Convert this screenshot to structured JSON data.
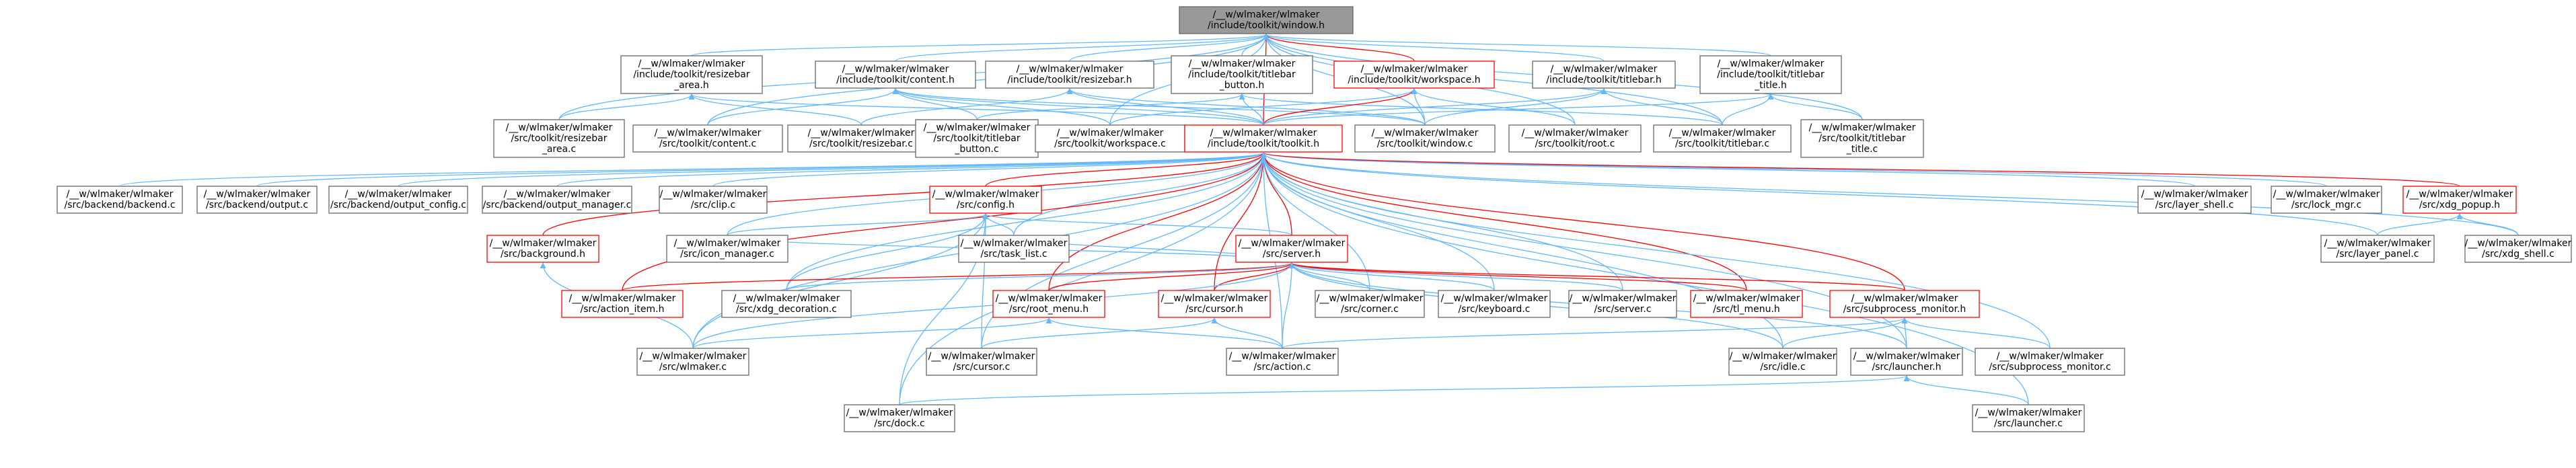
{
  "nodes": [
    {
      "id": "window_h",
      "lines": [
        "/__w/wlmaker/wlmaker",
        "/include/toolkit/window.h"
      ],
      "style": "root"
    },
    {
      "id": "resizebar_area_h",
      "lines": [
        "/__w/wlmaker/wlmaker",
        "/include/toolkit/resizebar",
        "_area.h"
      ],
      "style": "normal"
    },
    {
      "id": "content_h",
      "lines": [
        "/__w/wlmaker/wlmaker",
        "/include/toolkit/content.h"
      ],
      "style": "normal"
    },
    {
      "id": "resizebar_h",
      "lines": [
        "/__w/wlmaker/wlmaker",
        "/include/toolkit/resizebar.h"
      ],
      "style": "normal"
    },
    {
      "id": "titlebar_button_h",
      "lines": [
        "/__w/wlmaker/wlmaker",
        "/include/toolkit/titlebar",
        "_button.h"
      ],
      "style": "normal"
    },
    {
      "id": "workspace_h",
      "lines": [
        "/__w/wlmaker/wlmaker",
        "/include/toolkit/workspace.h"
      ],
      "style": "red"
    },
    {
      "id": "titlebar_h",
      "lines": [
        "/__w/wlmaker/wlmaker",
        "/include/toolkit/titlebar.h"
      ],
      "style": "normal"
    },
    {
      "id": "titlebar_title_h",
      "lines": [
        "/__w/wlmaker/wlmaker",
        "/include/toolkit/titlebar",
        "_title.h"
      ],
      "style": "normal"
    },
    {
      "id": "resizebar_area_c",
      "lines": [
        "/__w/wlmaker/wlmaker",
        "/src/toolkit/resizebar",
        "_area.c"
      ],
      "style": "normal"
    },
    {
      "id": "content_c",
      "lines": [
        "/__w/wlmaker/wlmaker",
        "/src/toolkit/content.c"
      ],
      "style": "normal"
    },
    {
      "id": "resizebar_c",
      "lines": [
        "/__w/wlmaker/wlmaker",
        "/src/toolkit/resizebar.c"
      ],
      "style": "normal"
    },
    {
      "id": "titlebar_button_c",
      "lines": [
        "/__w/wlmaker/wlmaker",
        "/src/toolkit/titlebar",
        "_button.c"
      ],
      "style": "normal"
    },
    {
      "id": "workspace_c",
      "lines": [
        "/__w/wlmaker/wlmaker",
        "/src/toolkit/workspace.c"
      ],
      "style": "normal"
    },
    {
      "id": "toolkit_h",
      "lines": [
        "/__w/wlmaker/wlmaker",
        "/include/toolkit/toolkit.h"
      ],
      "style": "red"
    },
    {
      "id": "window_c",
      "lines": [
        "/__w/wlmaker/wlmaker",
        "/src/toolkit/window.c"
      ],
      "style": "normal"
    },
    {
      "id": "root_c",
      "lines": [
        "/__w/wlmaker/wlmaker",
        "/src/toolkit/root.c"
      ],
      "style": "normal"
    },
    {
      "id": "titlebar_c",
      "lines": [
        "/__w/wlmaker/wlmaker",
        "/src/toolkit/titlebar.c"
      ],
      "style": "normal"
    },
    {
      "id": "titlebar_title_c",
      "lines": [
        "/__w/wlmaker/wlmaker",
        "/src/toolkit/titlebar",
        "_title.c"
      ],
      "style": "normal"
    },
    {
      "id": "backend_c",
      "lines": [
        "/__w/wlmaker/wlmaker",
        "/src/backend/backend.c"
      ],
      "style": "normal"
    },
    {
      "id": "output_c",
      "lines": [
        "/__w/wlmaker/wlmaker",
        "/src/backend/output.c"
      ],
      "style": "normal"
    },
    {
      "id": "output_config_c",
      "lines": [
        "/__w/wlmaker/wlmaker",
        "/src/backend/output_config.c"
      ],
      "style": "normal"
    },
    {
      "id": "output_manager_c",
      "lines": [
        "/__w/wlmaker/wlmaker",
        "/src/backend/output_manager.c"
      ],
      "style": "normal"
    },
    {
      "id": "clip_c",
      "lines": [
        "/__w/wlmaker/wlmaker",
        "/src/clip.c"
      ],
      "style": "normal"
    },
    {
      "id": "config_h",
      "lines": [
        "/__w/wlmaker/wlmaker",
        "/src/config.h"
      ],
      "style": "red"
    },
    {
      "id": "layer_shell_c",
      "lines": [
        "/__w/wlmaker/wlmaker",
        "/src/layer_shell.c"
      ],
      "style": "normal"
    },
    {
      "id": "lock_mgr_c",
      "lines": [
        "/__w/wlmaker/wlmaker",
        "/src/lock_mgr.c"
      ],
      "style": "normal"
    },
    {
      "id": "xdg_popup_h",
      "lines": [
        "/__w/wlmaker/wlmaker",
        "/src/xdg_popup.h"
      ],
      "style": "red"
    },
    {
      "id": "background_h",
      "lines": [
        "/__w/wlmaker/wlmaker",
        "/src/background.h"
      ],
      "style": "red"
    },
    {
      "id": "icon_manager_c",
      "lines": [
        "/__w/wlmaker/wlmaker",
        "/src/icon_manager.c"
      ],
      "style": "normal"
    },
    {
      "id": "task_list_c",
      "lines": [
        "/__w/wlmaker/wlmaker",
        "/src/task_list.c"
      ],
      "style": "normal"
    },
    {
      "id": "server_h",
      "lines": [
        "/__w/wlmaker/wlmaker",
        "/src/server.h"
      ],
      "style": "red"
    },
    {
      "id": "layer_panel_c",
      "lines": [
        "/__w/wlmaker/wlmaker",
        "/src/layer_panel.c"
      ],
      "style": "normal"
    },
    {
      "id": "xdg_shell_c",
      "lines": [
        "/__w/wlmaker/wlmaker",
        "/src/xdg_shell.c"
      ],
      "style": "normal"
    },
    {
      "id": "action_item_h",
      "lines": [
        "/__w/wlmaker/wlmaker",
        "/src/action_item.h"
      ],
      "style": "red"
    },
    {
      "id": "xdg_decoration_c",
      "lines": [
        "/__w/wlmaker/wlmaker",
        "/src/xdg_decoration.c"
      ],
      "style": "normal"
    },
    {
      "id": "root_menu_h",
      "lines": [
        "/__w/wlmaker/wlmaker",
        "/src/root_menu.h"
      ],
      "style": "red"
    },
    {
      "id": "cursor_h",
      "lines": [
        "/__w/wlmaker/wlmaker",
        "/src/cursor.h"
      ],
      "style": "red"
    },
    {
      "id": "corner_c",
      "lines": [
        "/__w/wlmaker/wlmaker",
        "/src/corner.c"
      ],
      "style": "normal"
    },
    {
      "id": "keyboard_c",
      "lines": [
        "/__w/wlmaker/wlmaker",
        "/src/keyboard.c"
      ],
      "style": "normal"
    },
    {
      "id": "server_c",
      "lines": [
        "/__w/wlmaker/wlmaker",
        "/src/server.c"
      ],
      "style": "normal"
    },
    {
      "id": "tl_menu_h",
      "lines": [
        "/__w/wlmaker/wlmaker",
        "/src/tl_menu.h"
      ],
      "style": "red"
    },
    {
      "id": "subprocess_monitor_h",
      "lines": [
        "/__w/wlmaker/wlmaker",
        "/src/subprocess_monitor.h"
      ],
      "style": "red"
    },
    {
      "id": "wlmaker_c",
      "lines": [
        "/__w/wlmaker/wlmaker",
        "/src/wlmaker.c"
      ],
      "style": "normal"
    },
    {
      "id": "cursor_c",
      "lines": [
        "/__w/wlmaker/wlmaker",
        "/src/cursor.c"
      ],
      "style": "normal"
    },
    {
      "id": "action_c",
      "lines": [
        "/__w/wlmaker/wlmaker",
        "/src/action.c"
      ],
      "style": "normal"
    },
    {
      "id": "idle_c",
      "lines": [
        "/__w/wlmaker/wlmaker",
        "/src/idle.c"
      ],
      "style": "normal"
    },
    {
      "id": "launcher_h",
      "lines": [
        "/__w/wlmaker/wlmaker",
        "/src/launcher.h"
      ],
      "style": "normal"
    },
    {
      "id": "subprocess_monitor_c",
      "lines": [
        "/__w/wlmaker/wlmaker",
        "/src/subprocess_monitor.c"
      ],
      "style": "normal"
    },
    {
      "id": "dock_c",
      "lines": [
        "/__w/wlmaker/wlmaker",
        "/src/dock.c"
      ],
      "style": "normal"
    },
    {
      "id": "launcher_c",
      "lines": [
        "/__w/wlmaker/wlmaker",
        "/src/launcher.c"
      ],
      "style": "normal"
    }
  ],
  "edges": [
    [
      "resizebar_area_h",
      "window_h"
    ],
    [
      "content_h",
      "window_h"
    ],
    [
      "resizebar_h",
      "window_h"
    ],
    [
      "titlebar_button_h",
      "window_h"
    ],
    [
      "workspace_h",
      "window_h",
      "red"
    ],
    [
      "titlebar_h",
      "window_h"
    ],
    [
      "titlebar_title_h",
      "window_h"
    ],
    [
      "resizebar_area_c",
      "window_h"
    ],
    [
      "content_c",
      "window_h"
    ],
    [
      "workspace_c",
      "window_h"
    ],
    [
      "toolkit_h",
      "window_h",
      "red"
    ],
    [
      "window_c",
      "window_h"
    ],
    [
      "root_c",
      "window_h"
    ],
    [
      "titlebar_c",
      "window_h"
    ],
    [
      "titlebar_title_c",
      "window_h"
    ],
    [
      "resizebar_area_c",
      "resizebar_area_h"
    ],
    [
      "resizebar_c",
      "resizebar_area_h"
    ],
    [
      "toolkit_h",
      "resizebar_area_h"
    ],
    [
      "content_c",
      "content_h"
    ],
    [
      "toolkit_h",
      "content_h"
    ],
    [
      "window_c",
      "content_h"
    ],
    [
      "titlebar_button_c",
      "content_h"
    ],
    [
      "workspace_c",
      "content_h"
    ],
    [
      "resizebar_c",
      "resizebar_h"
    ],
    [
      "toolkit_h",
      "resizebar_h"
    ],
    [
      "window_c",
      "resizebar_h"
    ],
    [
      "titlebar_button_c",
      "titlebar_button_h"
    ],
    [
      "toolkit_h",
      "titlebar_button_h"
    ],
    [
      "titlebar_c",
      "titlebar_button_h"
    ],
    [
      "toolkit_h",
      "workspace_h",
      "red"
    ],
    [
      "workspace_c",
      "workspace_h"
    ],
    [
      "window_c",
      "workspace_h"
    ],
    [
      "root_c",
      "workspace_h"
    ],
    [
      "toolkit_h",
      "titlebar_h"
    ],
    [
      "titlebar_c",
      "titlebar_h"
    ],
    [
      "window_c",
      "titlebar_h"
    ],
    [
      "toolkit_h",
      "titlebar_title_h"
    ],
    [
      "titlebar_title_c",
      "titlebar_title_h"
    ],
    [
      "titlebar_c",
      "titlebar_title_h"
    ],
    [
      "backend_c",
      "toolkit_h"
    ],
    [
      "output_c",
      "toolkit_h"
    ],
    [
      "output_config_c",
      "toolkit_h"
    ],
    [
      "output_manager_c",
      "toolkit_h"
    ],
    [
      "clip_c",
      "toolkit_h"
    ],
    [
      "config_h",
      "toolkit_h",
      "red"
    ],
    [
      "layer_shell_c",
      "toolkit_h"
    ],
    [
      "lock_mgr_c",
      "toolkit_h"
    ],
    [
      "xdg_popup_h",
      "toolkit_h",
      "red"
    ],
    [
      "background_h",
      "toolkit_h",
      "red"
    ],
    [
      "icon_manager_c",
      "toolkit_h"
    ],
    [
      "task_list_c",
      "toolkit_h"
    ],
    [
      "server_h",
      "toolkit_h",
      "red"
    ],
    [
      "layer_panel_c",
      "toolkit_h"
    ],
    [
      "xdg_shell_c",
      "toolkit_h"
    ],
    [
      "action_item_h",
      "toolkit_h",
      "red"
    ],
    [
      "xdg_decoration_c",
      "toolkit_h"
    ],
    [
      "root_menu_h",
      "toolkit_h",
      "red"
    ],
    [
      "cursor_h",
      "toolkit_h",
      "red"
    ],
    [
      "corner_c",
      "toolkit_h"
    ],
    [
      "keyboard_c",
      "toolkit_h"
    ],
    [
      "server_c",
      "toolkit_h"
    ],
    [
      "tl_menu_h",
      "toolkit_h",
      "red"
    ],
    [
      "subprocess_monitor_h",
      "toolkit_h",
      "red"
    ],
    [
      "wlmaker_c",
      "toolkit_h"
    ],
    [
      "cursor_c",
      "toolkit_h"
    ],
    [
      "action_c",
      "toolkit_h"
    ],
    [
      "idle_c",
      "toolkit_h"
    ],
    [
      "launcher_h",
      "toolkit_h"
    ],
    [
      "subprocess_monitor_c",
      "toolkit_h"
    ],
    [
      "dock_c",
      "toolkit_h"
    ],
    [
      "launcher_c",
      "toolkit_h"
    ],
    [
      "layer_panel_c",
      "xdg_popup_h"
    ],
    [
      "xdg_shell_c",
      "xdg_popup_h"
    ],
    [
      "wlmaker_c",
      "background_h"
    ],
    [
      "icon_manager_c",
      "config_h"
    ],
    [
      "task_list_c",
      "config_h"
    ],
    [
      "server_h",
      "config_h"
    ],
    [
      "xdg_decoration_c",
      "config_h"
    ],
    [
      "wlmaker_c",
      "config_h"
    ],
    [
      "cursor_c",
      "config_h"
    ],
    [
      "dock_c",
      "config_h"
    ],
    [
      "action_item_h",
      "server_h",
      "red"
    ],
    [
      "xdg_decoration_c",
      "server_h"
    ],
    [
      "root_menu_h",
      "server_h",
      "red"
    ],
    [
      "cursor_h",
      "server_h",
      "red"
    ],
    [
      "corner_c",
      "server_h"
    ],
    [
      "keyboard_c",
      "server_h"
    ],
    [
      "server_c",
      "server_h"
    ],
    [
      "tl_menu_h",
      "server_h",
      "red"
    ],
    [
      "subprocess_monitor_h",
      "server_h",
      "red"
    ],
    [
      "wlmaker_c",
      "server_h"
    ],
    [
      "action_c",
      "server_h"
    ],
    [
      "idle_c",
      "server_h"
    ],
    [
      "launcher_h",
      "server_h"
    ],
    [
      "task_list_c",
      "server_h"
    ],
    [
      "icon_manager_c",
      "server_h"
    ],
    [
      "wlmaker_c",
      "root_menu_h"
    ],
    [
      "action_c",
      "root_menu_h"
    ],
    [
      "cursor_c",
      "cursor_h"
    ],
    [
      "action_c",
      "cursor_h"
    ],
    [
      "action_c",
      "subprocess_monitor_h"
    ],
    [
      "launcher_h",
      "subprocess_monitor_h"
    ],
    [
      "subprocess_monitor_c",
      "subprocess_monitor_h"
    ],
    [
      "idle_c",
      "subprocess_monitor_h"
    ],
    [
      "dock_c",
      "launcher_h"
    ],
    [
      "launcher_c",
      "launcher_h"
    ]
  ]
}
